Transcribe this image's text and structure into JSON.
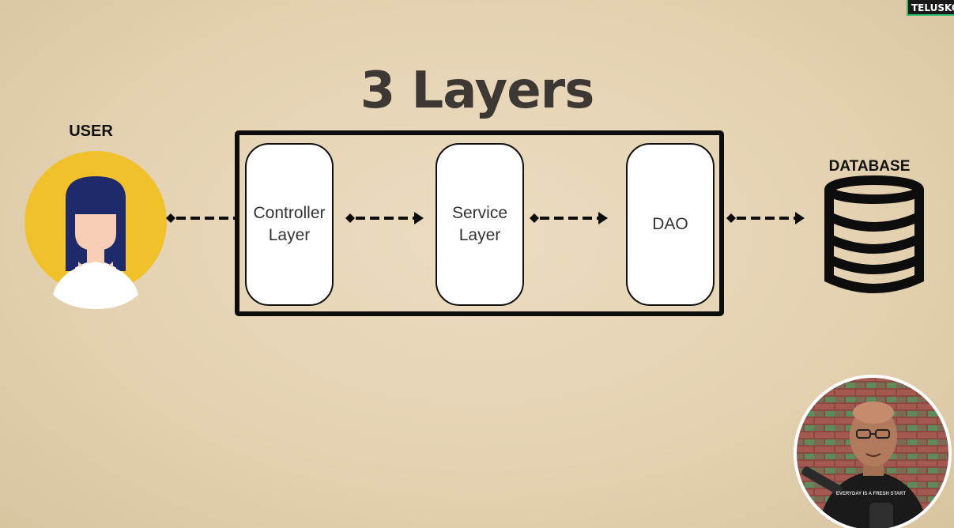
{
  "watermark": "TELUSKO",
  "title": "3 Layers",
  "user_label": "USER",
  "database_label": "DATABASE",
  "layers": [
    {
      "line1": "Controller",
      "line2": "Layer"
    },
    {
      "line1": "Service",
      "line2": "Layer"
    },
    {
      "line1": "DAO",
      "line2": ""
    }
  ],
  "presenter_shirt_text": "EVERYDAY IS A FRESH START",
  "colors": {
    "background": "#e6d5b6",
    "title": "#3d3833",
    "avatar_circle": "#f0c12a",
    "hair": "#1f2a6b",
    "box_fill": "#ffffff",
    "stroke": "#0d0d0d",
    "watermark_accent": "#2fbf71"
  }
}
